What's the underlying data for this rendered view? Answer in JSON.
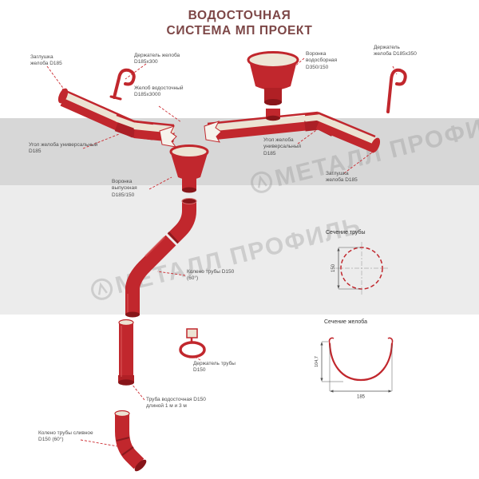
{
  "title": {
    "line1": "ВОДОСТОЧНАЯ",
    "line2": "СИСТЕМА МП ПРОЕКТ"
  },
  "watermark": {
    "text": "МЕТАЛЛ ПРОФИЛЬ"
  },
  "labels": {
    "cap_top_left": "Заглушка желоба D185",
    "gutter_holder_300": "Держатель желоба D185х300",
    "collector_funnel": "Воронка водосборная D350/150",
    "gutter_holder_350": "Держатель желоба D185х350",
    "gutter": "Желоб водосточный D185х3000",
    "corner_left": "Угол желоба универсальный D185",
    "corner_right": "Угол желоба универсальный D185",
    "cap_right": "Заглушка желоба D185",
    "outlet_funnel": "Воронка выпускная D185/150",
    "pipe_elbow": "Колено трубы D150 (60°)",
    "pipe_holder": "Держатель трубы D150",
    "downpipe": "Труба водосточная D150 длиной 1 м и 3 м",
    "drain_elbow": "Колено трубы сливное D150 (60°)"
  },
  "sections": {
    "pipe_title": "Сечение трубы",
    "gutter_title": "Сечение желоба",
    "pipe_diameter": "150",
    "gutter_depth": "104,7",
    "gutter_width": "185"
  }
}
